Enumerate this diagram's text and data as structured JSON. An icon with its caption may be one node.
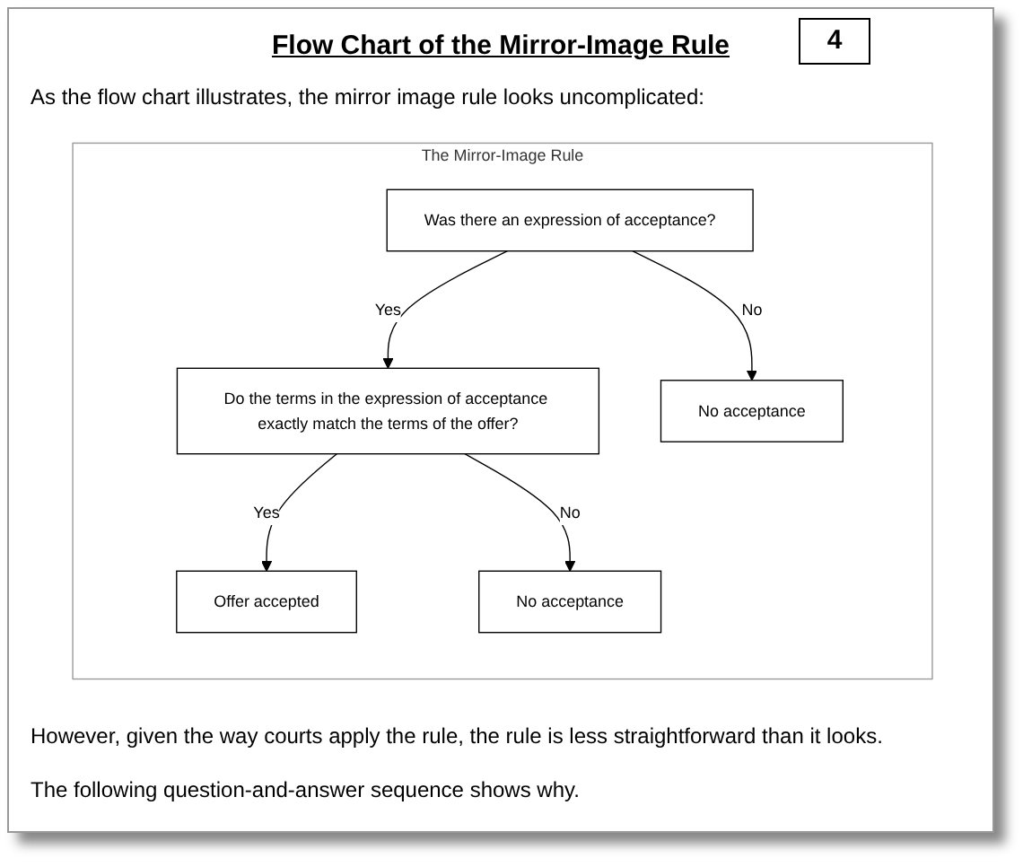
{
  "diagram": {
    "title": "Flow Chart of the Mirror-Image Rule",
    "nodes": [
      {
        "text": [
          "The Mirror-Image Rule"
        ]
      },
      {
        "text": [
          "Was there an expression of acceptance?"
        ],
        "in": 0
      },
      {
        "text": [
          "Do the terms in the expression of acceptance exactly match the terms of the offer?"
        ],
        "in": 0
      },
      {
        "text": [
          "No acceptance"
        ],
        "in": 0
      },
      {
        "text": [
          "Offer accepted"
        ],
        "in": 0
      },
      {
        "text": [
          "No acceptance"
        ],
        "in": 0
      }
    ],
    "edges": [
      {
        "from": 1,
        "to": 2,
        "arrow": "to",
        "label": "Yes"
      },
      {
        "from": 1,
        "to": 3,
        "arrow": "to",
        "label": "No"
      },
      {
        "from": 2,
        "to": 4,
        "arrow": "to",
        "label": "Yes"
      },
      {
        "from": 2,
        "to": 5,
        "arrow": "to",
        "label": "No"
      }
    ],
    "labels": [
      "4",
      "As the flow chart illustrates, the mirror image rule looks uncomplicated:",
      "However, given the way courts apply the rule, the rule is less straightforward than it looks.",
      "The following question-and-answer sequence shows why."
    ]
  }
}
